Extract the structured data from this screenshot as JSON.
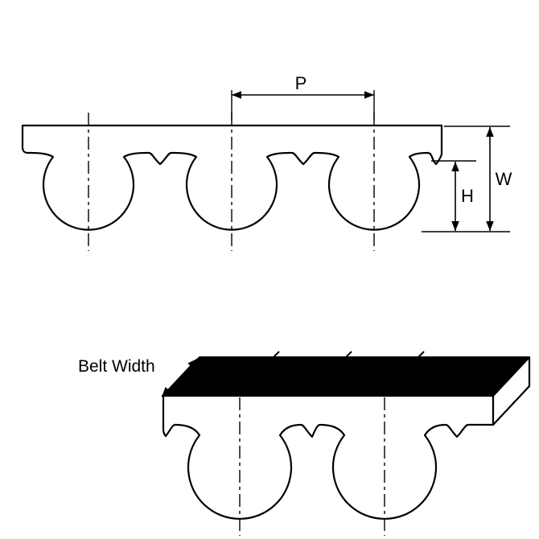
{
  "labels": {
    "pitch": "P",
    "belt_thickness": "W",
    "tooth_height": "H",
    "belt_width": "Belt Width"
  },
  "colors": {
    "line": "#000000",
    "belt_fill": "#ffffff",
    "top_face": "#000000",
    "background": "#ffffff"
  }
}
